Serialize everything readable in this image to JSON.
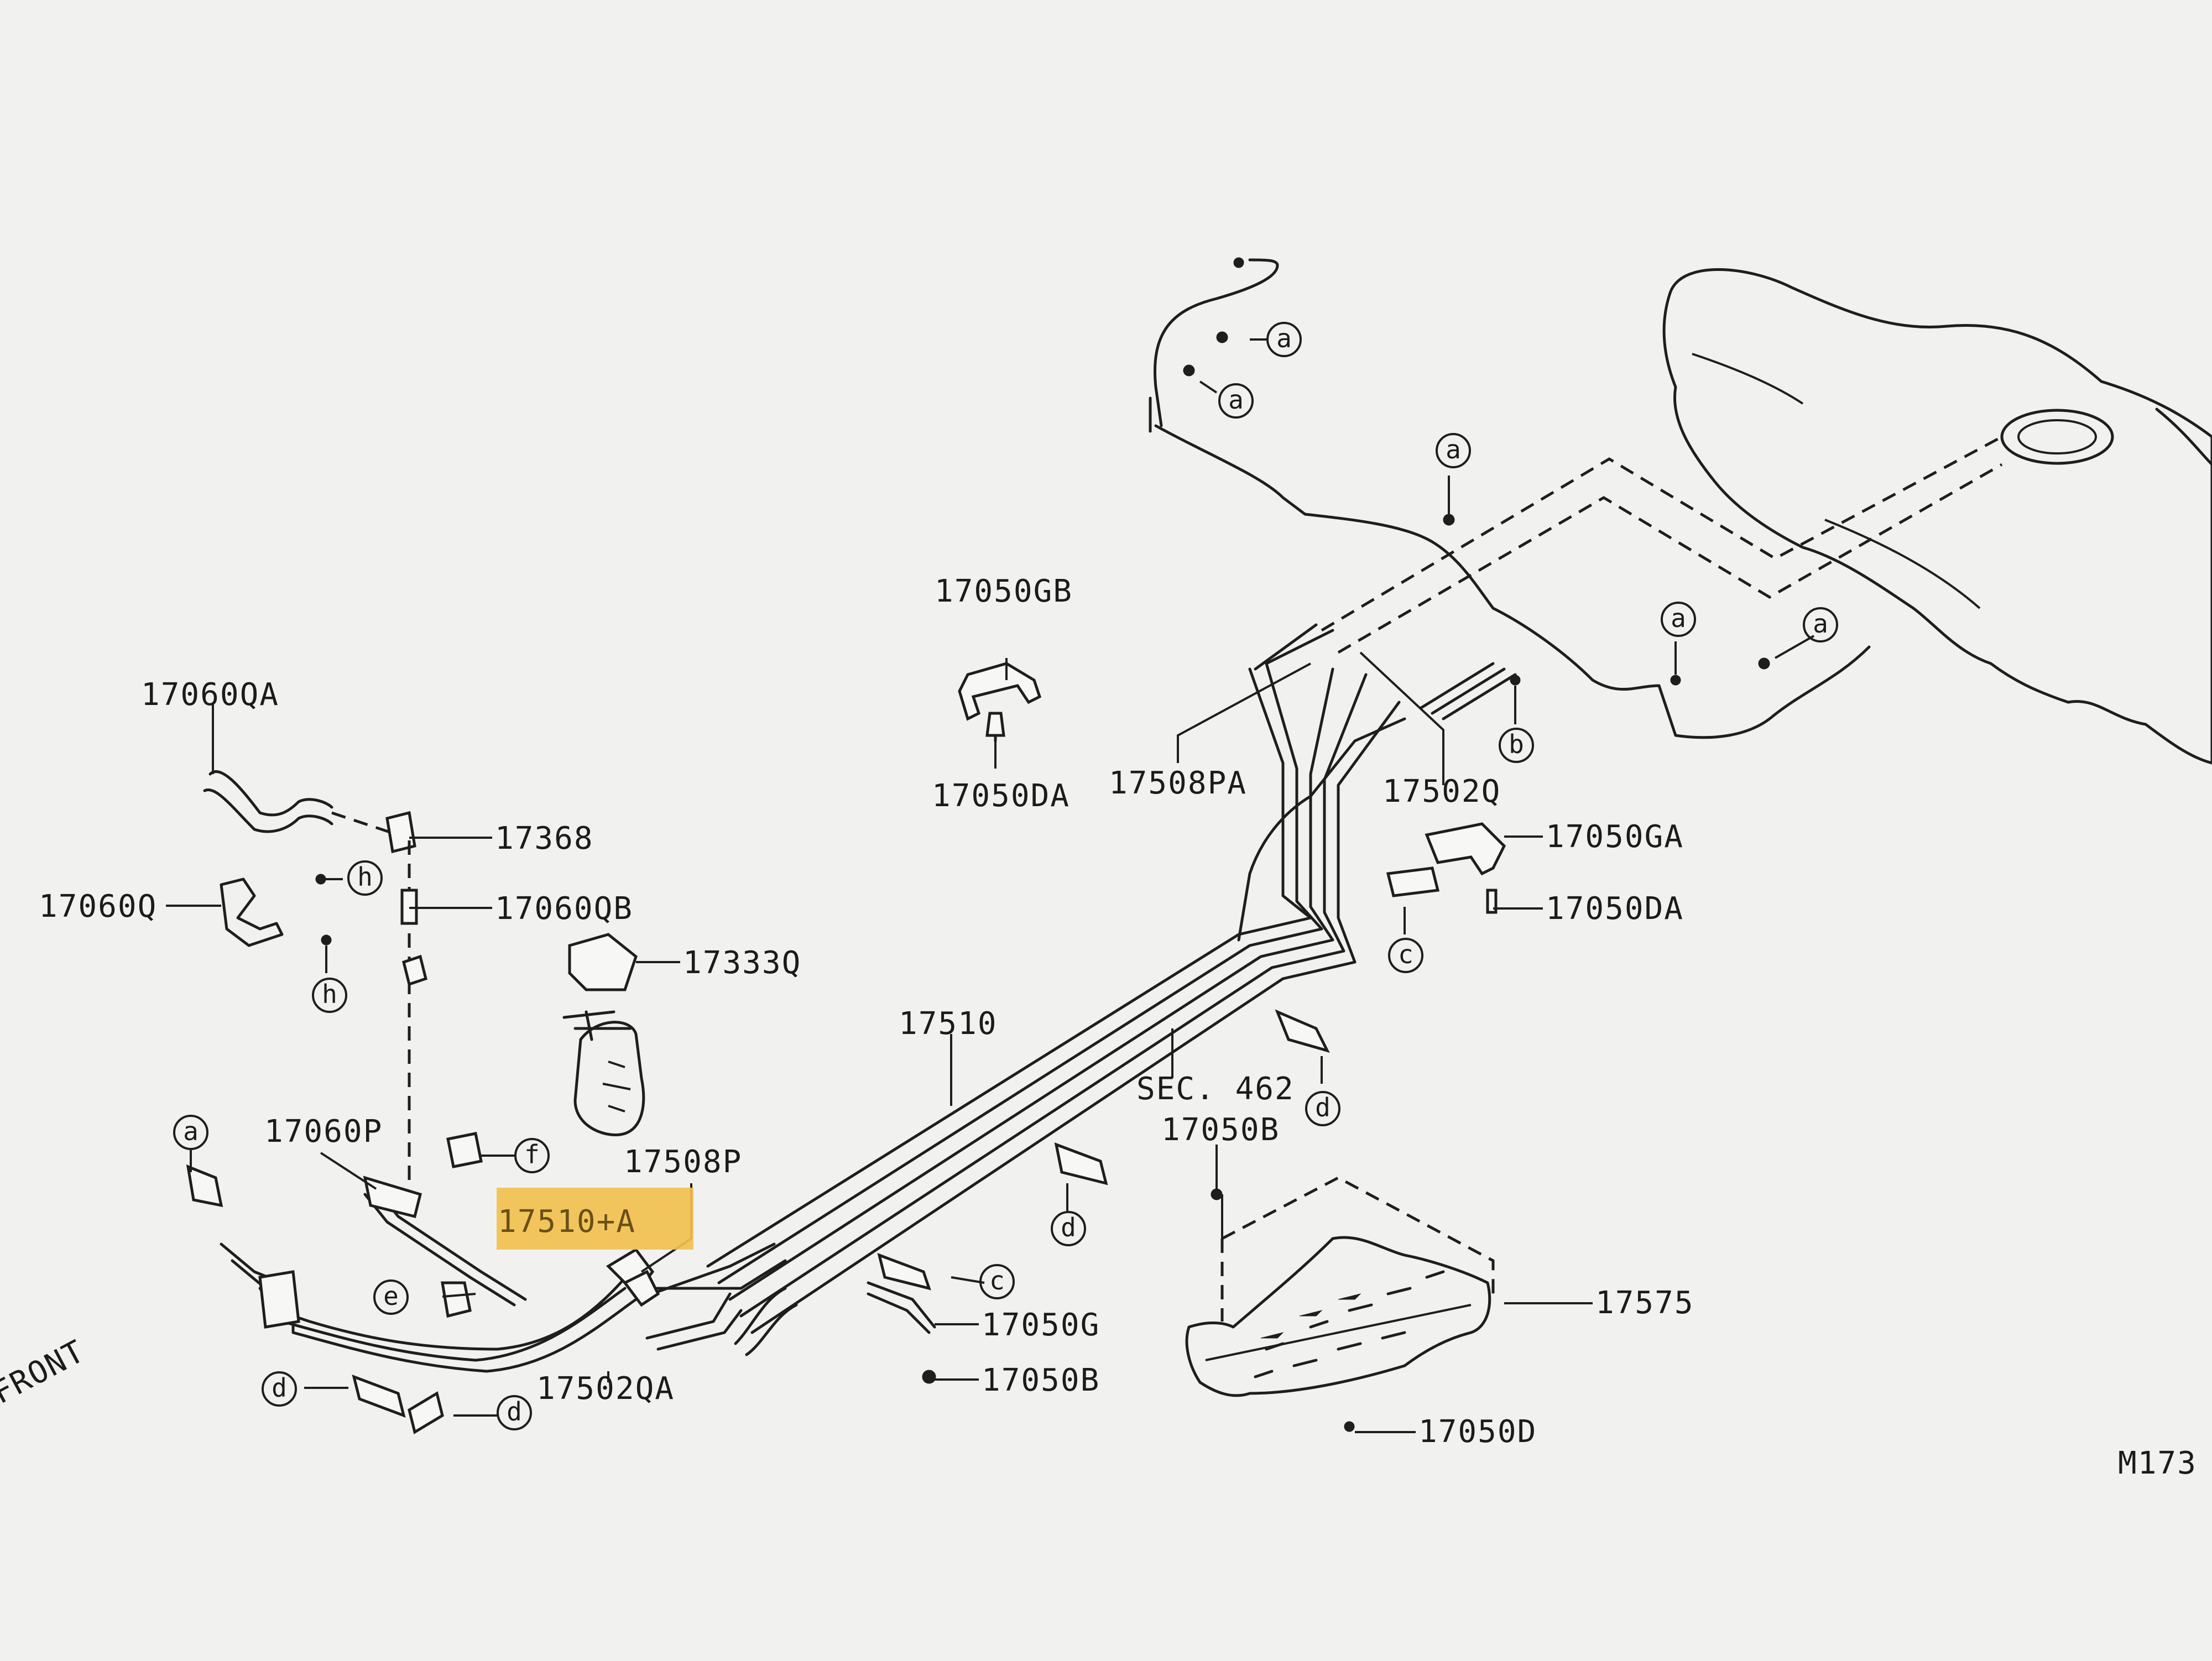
{
  "diagram": {
    "front_label": "FRONT",
    "page_ref": "M173",
    "highlighted_label": "17510+A",
    "part_labels": {
      "p17060QA": "17060QA",
      "p17368": "17368",
      "p17060Q": "17060Q",
      "p17060QB": "17060QB",
      "p17333Q": "17333Q",
      "p17060P": "17060P",
      "p17508P": "17508P",
      "p17502QA": "17502QA",
      "p17510": "17510",
      "p17050GB": "17050GB",
      "p17050DA_top": "17050DA",
      "p17508PA": "17508PA",
      "p17502Q": "17502Q",
      "p17050GA": "17050GA",
      "p17050DA_right": "17050DA",
      "sec462": "SEC. 462",
      "p17050B_top": "17050B",
      "p17050G": "17050G",
      "p17050B_bottom": "17050B",
      "p17575": "17575",
      "p17050D": "17050D"
    },
    "callouts": {
      "a1": "a",
      "a2": "a",
      "a3": "a",
      "a4": "a",
      "a5": "a",
      "a6": "a",
      "h1": "h",
      "h2": "h",
      "b1": "b",
      "c1": "c",
      "c2": "c",
      "d1": "d",
      "d2": "d",
      "d3": "d",
      "d4": "d",
      "e1": "e",
      "f1": "f"
    }
  }
}
